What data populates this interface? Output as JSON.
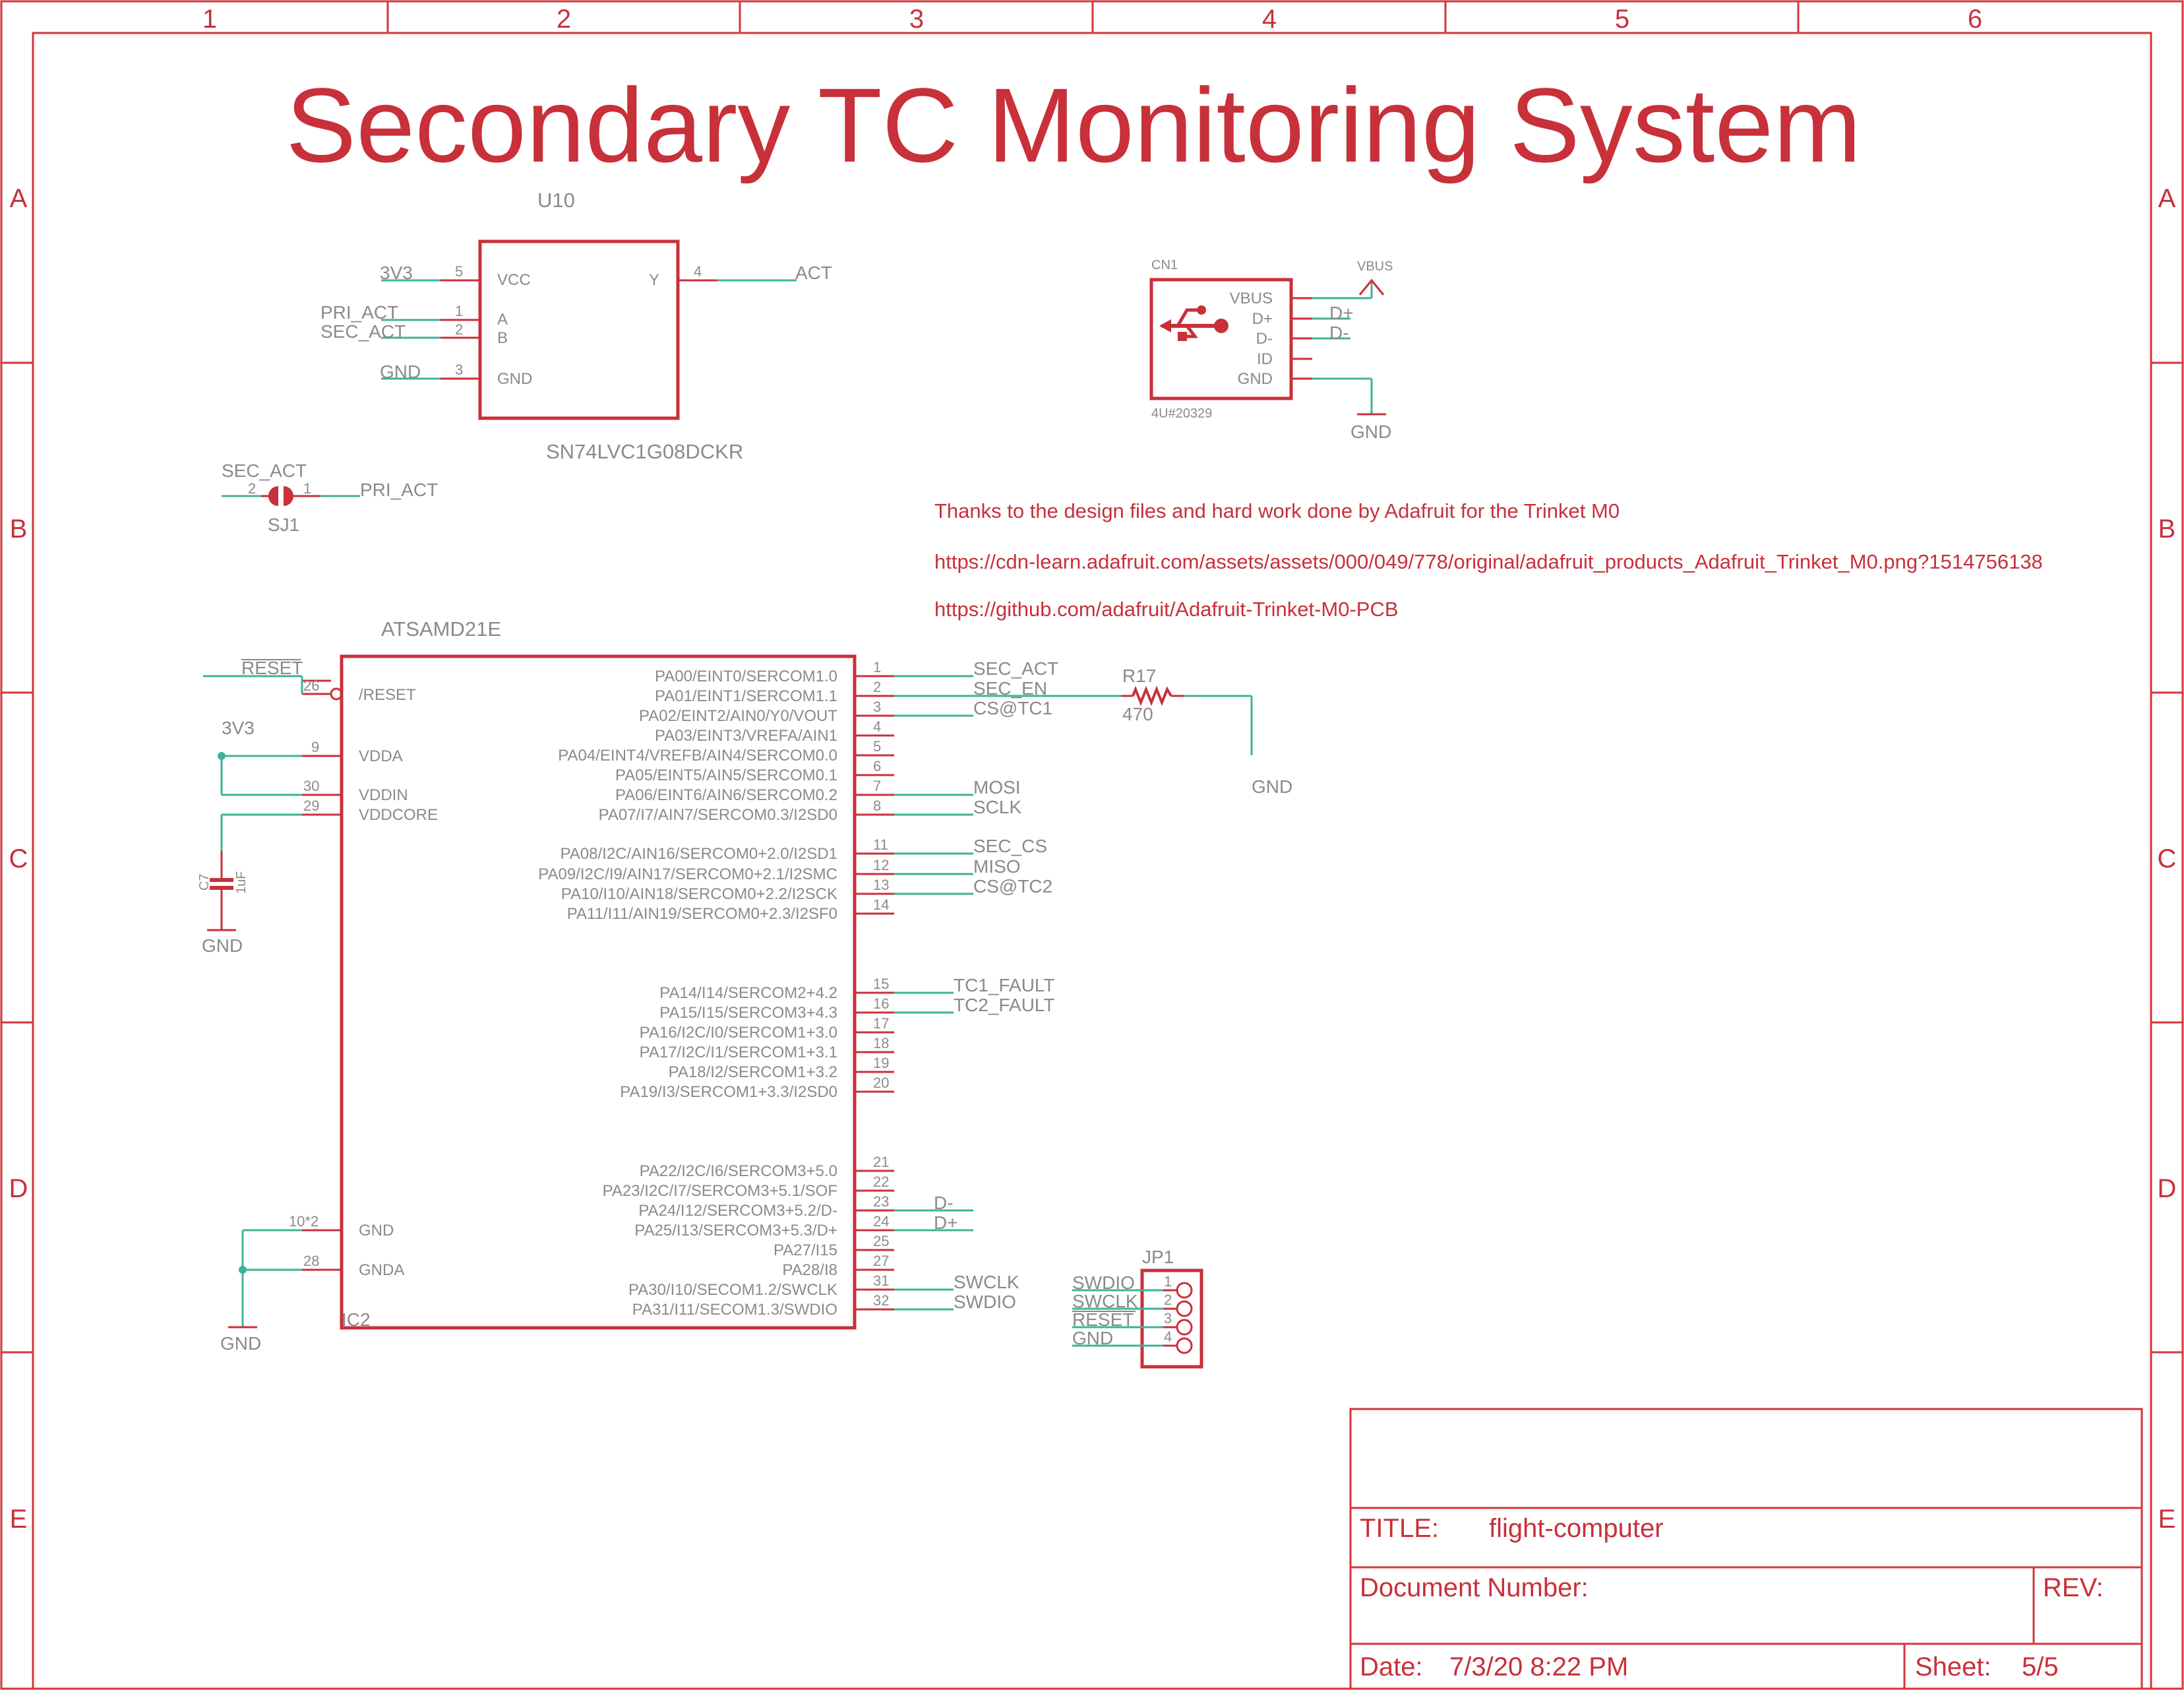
{
  "title": "Secondary TC Monitoring System",
  "zones": {
    "columns": [
      "1",
      "2",
      "3",
      "4",
      "5",
      "6"
    ],
    "rows": [
      "A",
      "B",
      "C",
      "D",
      "E"
    ]
  },
  "notes": [
    "Thanks to the design files and hard work done by Adafruit for the Trinket M0",
    "https://cdn-learn.adafruit.com/assets/assets/000/049/778/original/adafruit_products_Adafruit_Trinket_M0.png?1514756138",
    "https://github.com/adafruit/Adafruit-Trinket-M0-PCB"
  ],
  "u10": {
    "ref": "U10",
    "value": "SN74LVC1G08DCKR",
    "pin_names": [
      "VCC",
      "A",
      "B",
      "GND",
      "Y"
    ],
    "pin_numbers": [
      "5",
      "1",
      "2",
      "3",
      "4"
    ],
    "nets": [
      "3V3",
      "PRI_ACT",
      "SEC_ACT",
      "GND",
      "ACT"
    ]
  },
  "sj1": {
    "ref": "SJ1",
    "net_left": "SEC_ACT",
    "net_right": "PRI_ACT",
    "pin_left": "2",
    "pin_right": "1"
  },
  "cn1": {
    "ref": "CN1",
    "value": "4U#20329",
    "pins": [
      "VBUS",
      "D+",
      "D-",
      "ID",
      "GND"
    ],
    "nets": [
      "D+",
      "D-"
    ],
    "supply": "VBUS",
    "ground": "GND",
    "icon": "usb-icon"
  },
  "ic2": {
    "ref": "IC2",
    "value": "ATSAMD21E",
    "left_pins": [
      {
        "name": "/RESET",
        "num": "26"
      },
      {
        "name": "VDDA",
        "num": "9"
      },
      {
        "name": "VDDIN",
        "num": "30"
      },
      {
        "name": "VDDCORE",
        "num": "29"
      },
      {
        "name": "GND",
        "num": "10*2"
      },
      {
        "name": "GNDA",
        "num": "28"
      }
    ],
    "left_nets": {
      "reset": "RESET",
      "v3": "3V3",
      "gnd_cap": "GND",
      "gnd_bottom": "GND"
    },
    "right_pins": [
      {
        "name": "PA00/EINT0/SERCOM1.0",
        "num": "1",
        "net": "SEC_ACT"
      },
      {
        "name": "PA01/EINT1/SERCOM1.1",
        "num": "2",
        "net": "SEC_EN"
      },
      {
        "name": "PA02/EINT2/AIN0/Y0/VOUT",
        "num": "3",
        "net": "CS@TC1"
      },
      {
        "name": "PA03/EINT3/VREFA/AIN1",
        "num": "4",
        "net": ""
      },
      {
        "name": "PA04/EINT4/VREFB/AIN4/SERCOM0.0",
        "num": "5",
        "net": ""
      },
      {
        "name": "PA05/EINT5/AIN5/SERCOM0.1",
        "num": "6",
        "net": ""
      },
      {
        "name": "PA06/EINT6/AIN6/SERCOM0.2",
        "num": "7",
        "net": "MOSI"
      },
      {
        "name": "PA07/I7/AIN7/SERCOM0.3/I2SD0",
        "num": "8",
        "net": "SCLK"
      },
      {
        "name": "PA08/I2C/AIN16/SERCOM0+2.0/I2SD1",
        "num": "11",
        "net": "SEC_CS"
      },
      {
        "name": "PA09/I2C/I9/AIN17/SERCOM0+2.1/I2SMC",
        "num": "12",
        "net": "MISO"
      },
      {
        "name": "PA10/I10/AIN18/SERCOM0+2.2/I2SCK",
        "num": "13",
        "net": "CS@TC2"
      },
      {
        "name": "PA11/I11/AIN19/SERCOM0+2.3/I2SF0",
        "num": "14",
        "net": ""
      },
      {
        "name": "PA14/I14/SERCOM2+4.2",
        "num": "15",
        "net": "TC1_FAULT"
      },
      {
        "name": "PA15/I15/SERCOM3+4.3",
        "num": "16",
        "net": "TC2_FAULT"
      },
      {
        "name": "PA16/I2C/I0/SERCOM1+3.0",
        "num": "17",
        "net": ""
      },
      {
        "name": "PA17/I2C/I1/SERCOM1+3.1",
        "num": "18",
        "net": ""
      },
      {
        "name": "PA18/I2/SERCOM1+3.2",
        "num": "19",
        "net": ""
      },
      {
        "name": "PA19/I3/SERCOM1+3.3/I2SD0",
        "num": "20",
        "net": ""
      },
      {
        "name": "PA22/I2C/I6/SERCOM3+5.0",
        "num": "21",
        "net": ""
      },
      {
        "name": "PA23/I2C/I7/SERCOM3+5.1/SOF",
        "num": "22",
        "net": ""
      },
      {
        "name": "PA24/I12/SERCOM3+5.2/D-",
        "num": "23",
        "net": "D-"
      },
      {
        "name": "PA25/I13/SERCOM3+5.3/D+",
        "num": "24",
        "net": "D+"
      },
      {
        "name": "PA27/I15",
        "num": "25",
        "net": ""
      },
      {
        "name": "PA28/I8",
        "num": "27",
        "net": ""
      },
      {
        "name": "PA30/I10/SECOM1.2/SWCLK",
        "num": "31",
        "net": "SWCLK"
      },
      {
        "name": "PA31/I11/SECOM1.3/SWDIO",
        "num": "32",
        "net": "SWDIO"
      }
    ]
  },
  "r17": {
    "ref": "R17",
    "value": "470",
    "ground": "GND"
  },
  "c7": {
    "ref": "C7",
    "value": "1uF"
  },
  "jp1": {
    "ref": "JP1",
    "pins": [
      {
        "num": "1",
        "net": "SWDIO"
      },
      {
        "num": "2",
        "net": "SWCLK"
      },
      {
        "num": "3",
        "net": "RESET"
      },
      {
        "num": "4",
        "net": "GND"
      }
    ]
  },
  "title_block": {
    "title_label": "TITLE:",
    "title_value": "flight-computer",
    "docnum_label": "Document Number:",
    "rev_label": "REV:",
    "date_label": "Date:",
    "date_value": "7/3/20 8:22 PM",
    "sheet_label": "Sheet:",
    "sheet_value": "5/5"
  }
}
